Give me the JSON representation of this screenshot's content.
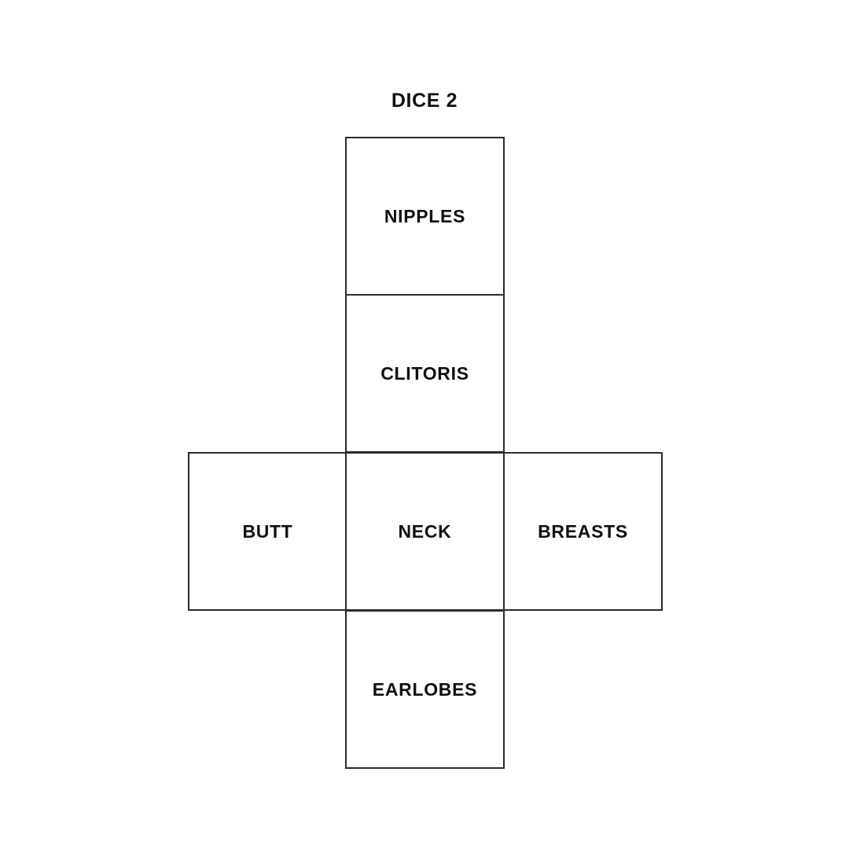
{
  "page": {
    "background_color": "#ffffff",
    "line_color": "#2b2b2b",
    "text_color": "#0f0f0f"
  },
  "title": "DICE 2",
  "cube_net": {
    "shape": "cube-net-cross",
    "faces": [
      {
        "id": "nipples",
        "label": "NIPPLES",
        "grid_column": 2,
        "grid_row": 1
      },
      {
        "id": "clitoris",
        "label": "CLITORIS",
        "grid_column": 2,
        "grid_row": 2
      },
      {
        "id": "butt",
        "label": "BUTT",
        "grid_column": 1,
        "grid_row": 3
      },
      {
        "id": "neck",
        "label": "NECK",
        "grid_column": 2,
        "grid_row": 3
      },
      {
        "id": "breasts",
        "label": "BREASTS",
        "grid_column": 3,
        "grid_row": 3
      },
      {
        "id": "earlobes",
        "label": "EARLOBES",
        "grid_column": 2,
        "grid_row": 4
      }
    ]
  }
}
